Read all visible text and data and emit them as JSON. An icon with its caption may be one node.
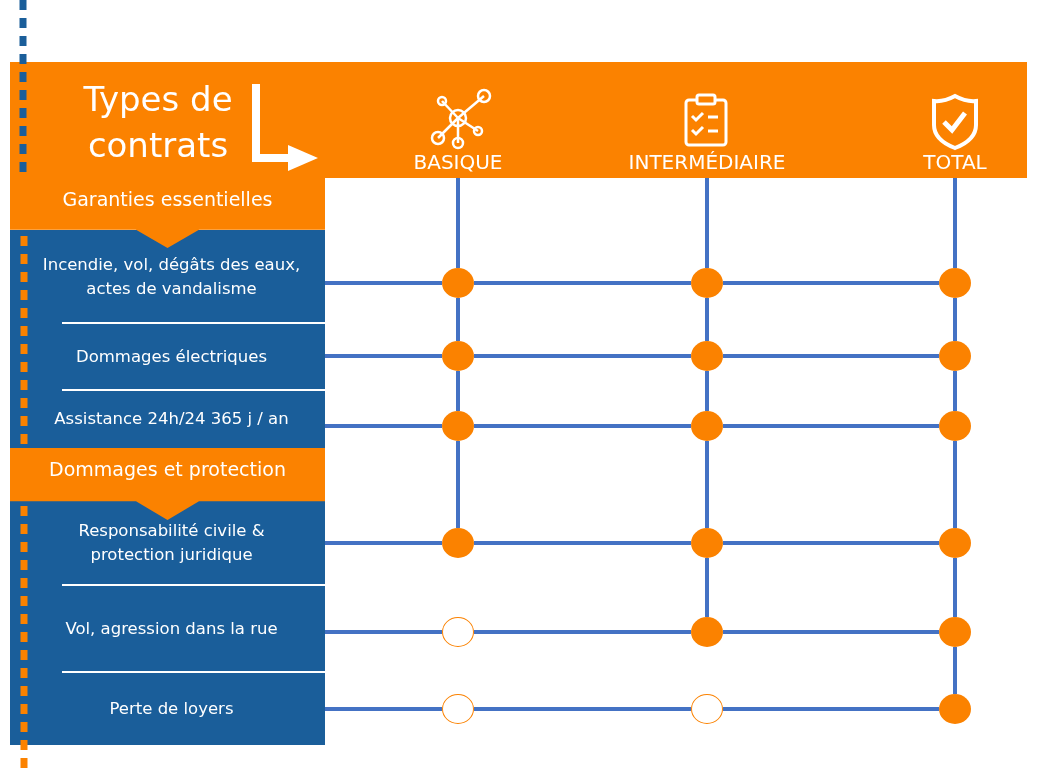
{
  "diagram": {
    "title": "Types de contrats",
    "nodes": [
      {
        "text": [
          "BASIQUE"
        ]
      },
      {
        "text": [
          "INTERMÉDIAIRE"
        ]
      },
      {
        "text": [
          "TOTAL"
        ]
      },
      {
        "text": [
          "Garanties essentielles"
        ]
      },
      {
        "text": [
          "Incendie, vol, dégâts des eaux, actes de vandalisme"
        ]
      },
      {
        "text": [],
        "shape": "circle"
      },
      {
        "text": [],
        "shape": "circle"
      },
      {
        "text": [],
        "shape": "circle"
      },
      {
        "text": [
          "Dommages électriques"
        ]
      },
      {
        "text": [],
        "shape": "circle"
      },
      {
        "text": [],
        "shape": "circle"
      },
      {
        "text": [],
        "shape": "circle"
      },
      {
        "text": [
          "Assistance 24h/24 365 j / an"
        ]
      },
      {
        "text": [],
        "shape": "circle"
      },
      {
        "text": [],
        "shape": "circle"
      },
      {
        "text": [],
        "shape": "circle"
      },
      {
        "text": [
          "Dommages et protection"
        ]
      },
      {
        "text": [
          "Responsabilité civile & protection juridique"
        ]
      },
      {
        "text": [],
        "shape": "circle"
      },
      {
        "text": [],
        "shape": "circle"
      },
      {
        "text": [],
        "shape": "circle"
      },
      {
        "text": [
          "Vol, agression dans la rue"
        ]
      },
      {
        "text": [],
        "shape": "circle"
      },
      {
        "text": [],
        "shape": "circle"
      },
      {
        "text": [],
        "shape": "circle"
      },
      {
        "text": [
          "Perte de loyers"
        ]
      },
      {
        "text": [],
        "shape": "circle"
      },
      {
        "text": [],
        "shape": "circle"
      },
      {
        "text": [],
        "shape": "circle"
      }
    ],
    "edges": [
      {
        "from": 4,
        "to": 5,
        "arrow": "none"
      },
      {
        "from": 5,
        "to": 6,
        "arrow": "none"
      },
      {
        "from": 6,
        "to": 7,
        "arrow": "none"
      },
      {
        "from": 8,
        "to": 9,
        "arrow": "none"
      },
      {
        "from": 9,
        "to": 10,
        "arrow": "none"
      },
      {
        "from": 10,
        "to": 11,
        "arrow": "none"
      },
      {
        "from": 12,
        "to": 13,
        "arrow": "none"
      },
      {
        "from": 13,
        "to": 14,
        "arrow": "none"
      },
      {
        "from": 14,
        "to": 15,
        "arrow": "none"
      },
      {
        "from": 17,
        "to": 18,
        "arrow": "none"
      },
      {
        "from": 18,
        "to": 19,
        "arrow": "none"
      },
      {
        "from": 19,
        "to": 20,
        "arrow": "none"
      },
      {
        "from": 21,
        "to": 22,
        "arrow": "none"
      },
      {
        "from": 22,
        "to": 23,
        "arrow": "none"
      },
      {
        "from": 23,
        "to": 24,
        "arrow": "none"
      },
      {
        "from": 25,
        "to": 26,
        "arrow": "none"
      },
      {
        "from": 26,
        "to": 27,
        "arrow": "none"
      },
      {
        "from": 27,
        "to": 28,
        "arrow": "none"
      },
      {
        "from": 0,
        "to": 5,
        "arrow": "none"
      },
      {
        "from": 5,
        "to": 9,
        "arrow": "none"
      },
      {
        "from": 9,
        "to": 13,
        "arrow": "none"
      },
      {
        "from": 13,
        "to": 18,
        "arrow": "none"
      },
      {
        "from": 1,
        "to": 6,
        "arrow": "none"
      },
      {
        "from": 6,
        "to": 10,
        "arrow": "none"
      },
      {
        "from": 10,
        "to": 14,
        "arrow": "none"
      },
      {
        "from": 14,
        "to": 19,
        "arrow": "none"
      },
      {
        "from": 19,
        "to": 23,
        "arrow": "none"
      },
      {
        "from": 2,
        "to": 7,
        "arrow": "none"
      },
      {
        "from": 7,
        "to": 11,
        "arrow": "none"
      },
      {
        "from": 11,
        "to": 15,
        "arrow": "none"
      },
      {
        "from": 15,
        "to": 20,
        "arrow": "none"
      },
      {
        "from": 20,
        "to": 24,
        "arrow": "none"
      },
      {
        "from": 24,
        "to": 28,
        "arrow": "none"
      }
    ]
  }
}
